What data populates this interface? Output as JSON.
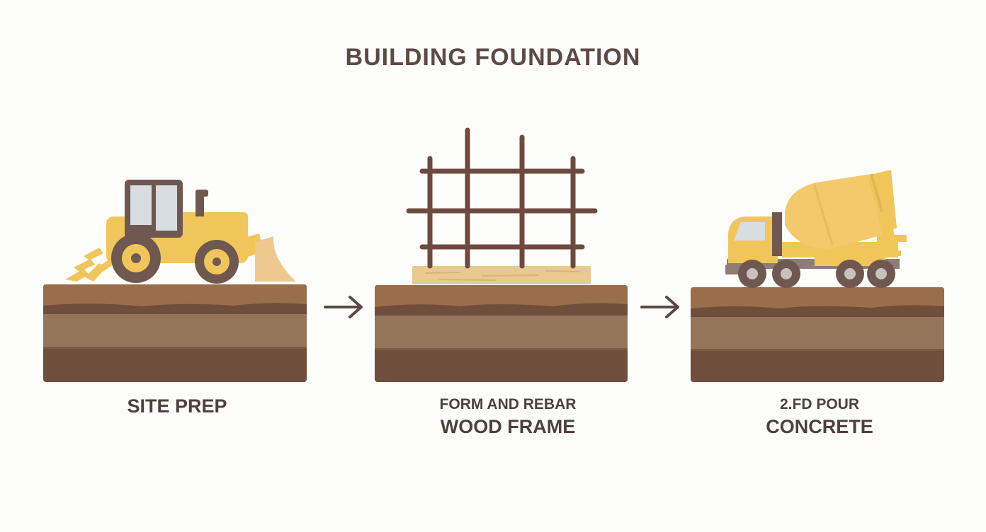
{
  "title": "BUILDING FOUNDATION",
  "steps": [
    {
      "label": "SITE PREP"
    },
    {
      "sublabel": "FORM AND REBAR",
      "label": "WOOD FRAME"
    },
    {
      "sublabel": "2.FD POUR",
      "label": "CONCRETE"
    }
  ],
  "colors": {
    "machine_yellow": "#f0c65a",
    "soil_top": "#9a6e4a",
    "soil_dark": "#6f4e3c",
    "soil_mid": "#957559",
    "rebar": "#6e4a3e",
    "text": "#4e403c"
  },
  "icons": [
    "bulldozer-icon",
    "rebar-grid-icon",
    "wood-form-icon",
    "concrete-mixer-truck-icon",
    "arrow-right-icon"
  ]
}
